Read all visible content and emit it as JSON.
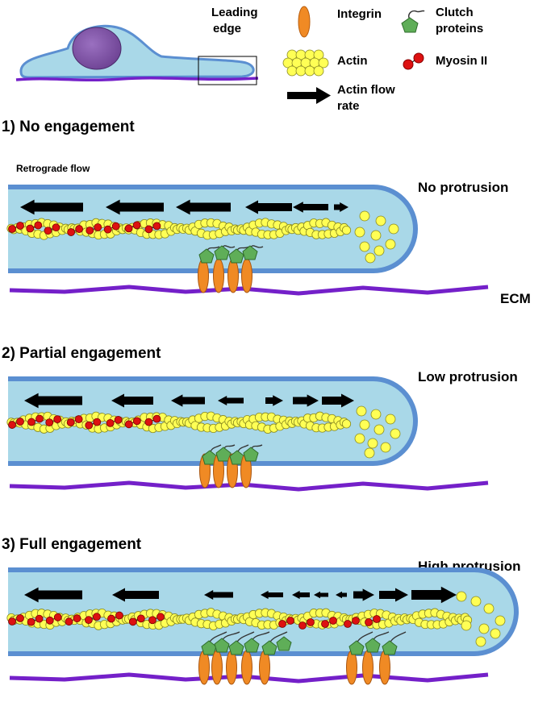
{
  "legend": {
    "leading_edge_line1": "Leading",
    "leading_edge_line2": "edge",
    "integrin": "Integrin",
    "actin": "Actin",
    "actin_flow_line1": "Actin flow",
    "actin_flow_line2": "rate",
    "clutch_line1": "Clutch",
    "clutch_line2": "proteins",
    "myosin": "Myosin II"
  },
  "panels": [
    {
      "title": "1) No engagement",
      "result": "No protrusion",
      "flow_label": "Retrograde flow",
      "ecm_label": "ECM"
    },
    {
      "title": "2) Partial engagement",
      "result": "Low protrusion"
    },
    {
      "title": "3) Full engagement",
      "result": "High protrusion"
    }
  ],
  "colors": {
    "cell_fill": "#a9d8e8",
    "cell_outline": "#5b8fd1",
    "nucleus": "#7a4fa0",
    "ecm": "#7420c9",
    "actin": "#ffff55",
    "myosin": "#dd1111",
    "integrin": "#f08a24",
    "clutch": "#5fae58",
    "arrow": "#000000"
  }
}
